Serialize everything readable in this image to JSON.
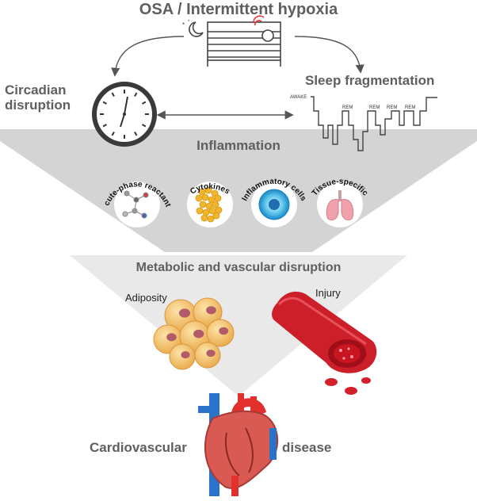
{
  "title": "OSA / Intermittent hypoxia",
  "left_factor": {
    "line1": "Circadian",
    "line2": "disruption"
  },
  "right_factor": {
    "label": "Sleep fragmentation"
  },
  "hypnogram": {
    "awake_label": "AWAKE",
    "rem_labels": [
      "REM",
      "REM",
      "REM",
      "REM"
    ]
  },
  "inflammation": {
    "title": "Inflammation",
    "items": [
      {
        "label": "Acute-phase reactants",
        "icon": "molecule-icon"
      },
      {
        "label": "Cytokines",
        "icon": "cytokines-icon"
      },
      {
        "label": "Inflammatory cells",
        "icon": "immune-cell-icon"
      },
      {
        "label": "Tissue-specific",
        "icon": "lungs-icon"
      }
    ]
  },
  "metabolic": {
    "title": "Metabolic and vascular disruption",
    "adiposity": "Adiposity",
    "injury": "Injury"
  },
  "outcome": {
    "word1": "Cardiovascular",
    "word2": "disease"
  },
  "colors": {
    "band": "#d4d4d4",
    "band_light": "#e9e9e9",
    "text": "#5f5f5f",
    "fat": "#f4c06c",
    "nucleus": "#b05a6a",
    "vessel": "#cc1f2a",
    "artery": "#e2312d",
    "vein": "#2a73c9"
  }
}
